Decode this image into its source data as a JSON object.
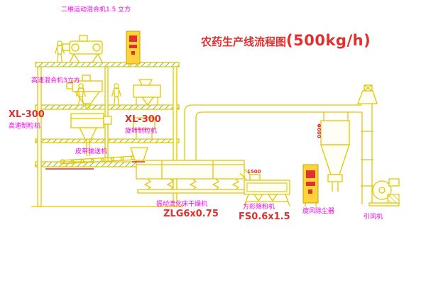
{
  "title": {
    "text": "农药生产线流程图",
    "capacity": "(500kg/h)"
  },
  "labels": {
    "top_mixer": "二维运动混合机1.5 立方",
    "mixer3": "高速混合机3立方",
    "xl300_left": "XL-300",
    "granulator_left": "高速制粒机",
    "xl300_mid": "XL-300",
    "granulator_mid": "旋转制粒机",
    "belt_conveyor": "皮带输送机",
    "dryer": "振动流化床干燥机",
    "dryer_model": "ZLG6x0.75",
    "sifter": "方形筛粉机",
    "sifter_model": "FS0.6x1.5",
    "cyclone": "旋风除尘器",
    "fan": "引风机",
    "dim_1500": "1500",
    "dim_600": "Φ600"
  },
  "colors": {
    "line_yellow": "#e2c800",
    "hatch_green": "#56b856",
    "text_red": "#e03030",
    "text_magenta": "#f000f0",
    "background": "#ffffff"
  }
}
